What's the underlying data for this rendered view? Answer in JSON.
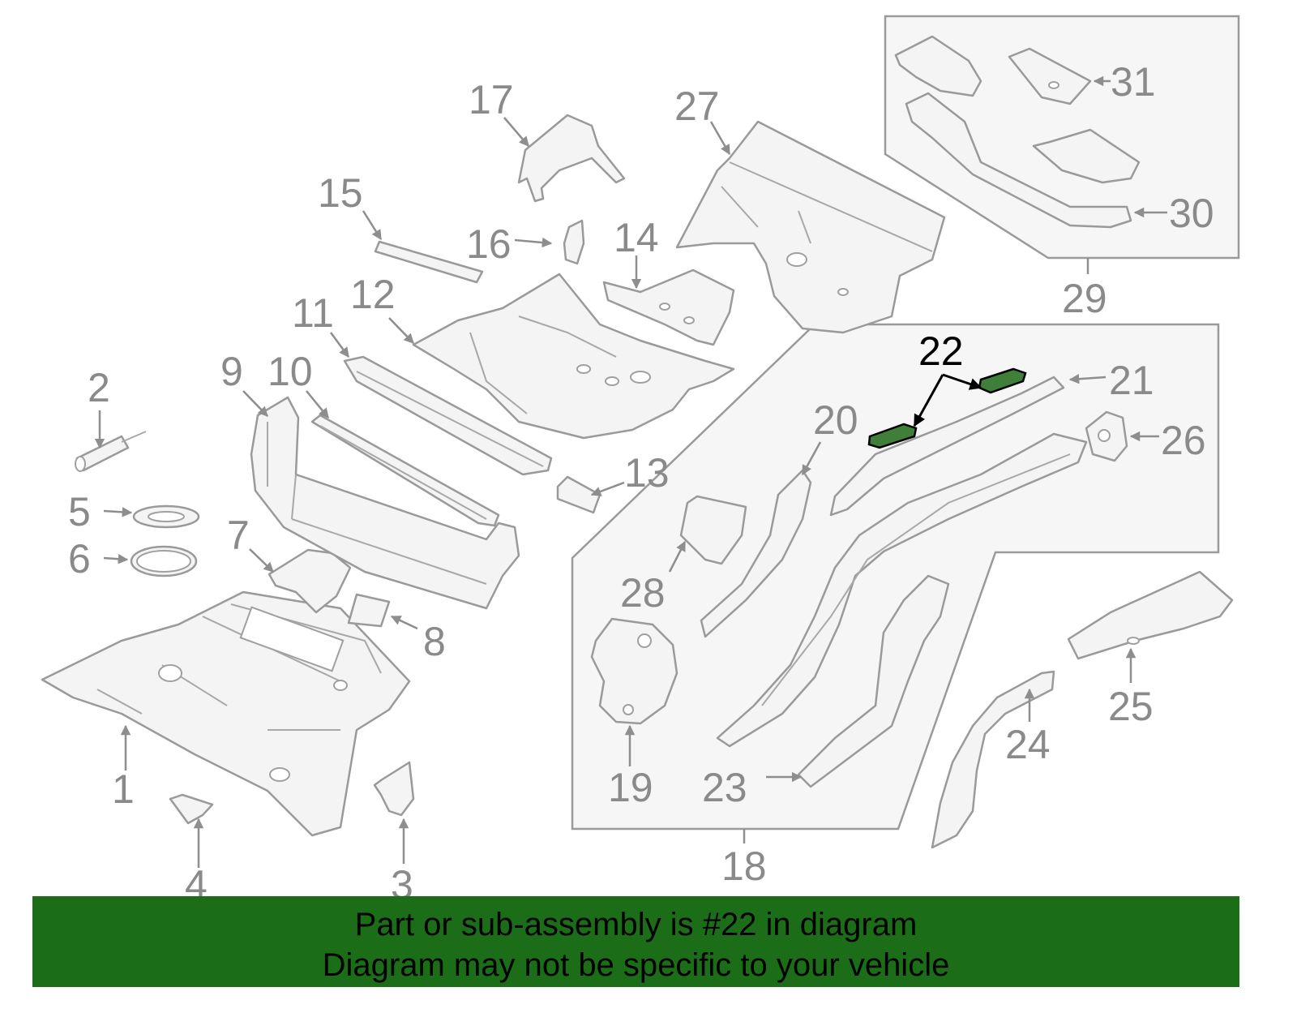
{
  "diagram": {
    "callouts": [
      "1",
      "2",
      "3",
      "4",
      "5",
      "6",
      "7",
      "8",
      "9",
      "10",
      "11",
      "12",
      "13",
      "14",
      "15",
      "16",
      "17",
      "18",
      "19",
      "20",
      "21",
      "22",
      "23",
      "24",
      "25",
      "26",
      "27",
      "28",
      "29",
      "30",
      "31"
    ],
    "highlighted_callout": "22",
    "highlight_color": "#3f7f3a"
  },
  "banner": {
    "line1": "Part or sub-assembly is #22 in diagram",
    "line2": "Diagram may not be specific to your vehicle",
    "background": "#1b6e17"
  }
}
